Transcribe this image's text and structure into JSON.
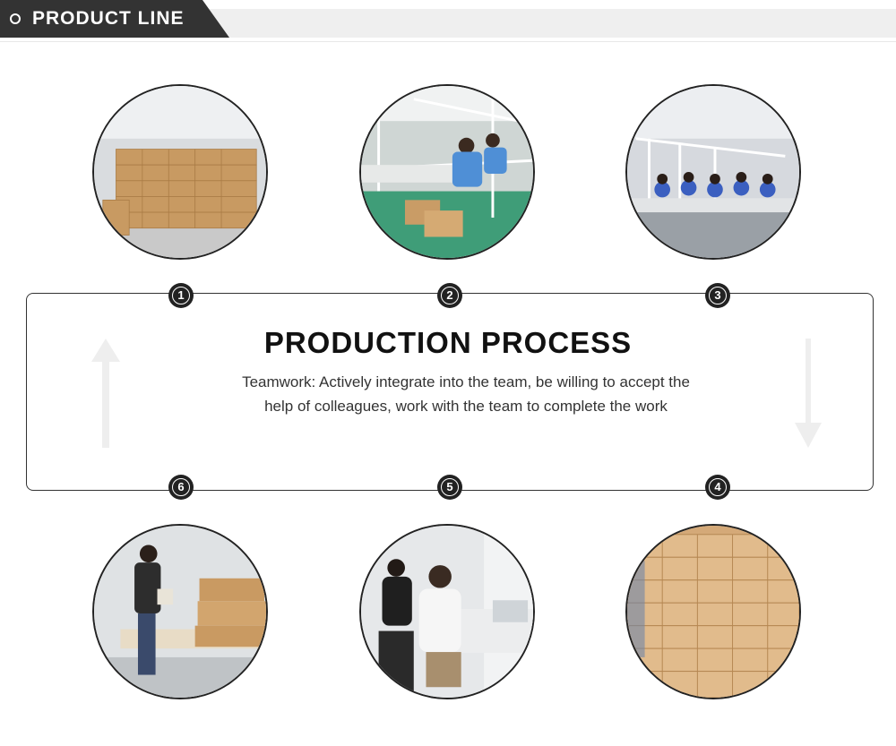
{
  "header": {
    "title": "PRODUCT LINE"
  },
  "process": {
    "title": "PRODUCTION PROCESS",
    "description": "Teamwork: Actively integrate into the team, be willing to accept the help of colleagues, work with the team to complete the work"
  },
  "steps": [
    {
      "number": "1",
      "photo": "warehouse-boxes"
    },
    {
      "number": "2",
      "photo": "assembly-workshop"
    },
    {
      "number": "3",
      "photo": "production-line"
    },
    {
      "number": "4",
      "photo": "stacked-cartons"
    },
    {
      "number": "5",
      "photo": "quality-testing"
    },
    {
      "number": "6",
      "photo": "packing-station"
    }
  ],
  "colors": {
    "dark": "#333333",
    "header_strip": "#efefef",
    "arrow": "#eeeeee"
  }
}
